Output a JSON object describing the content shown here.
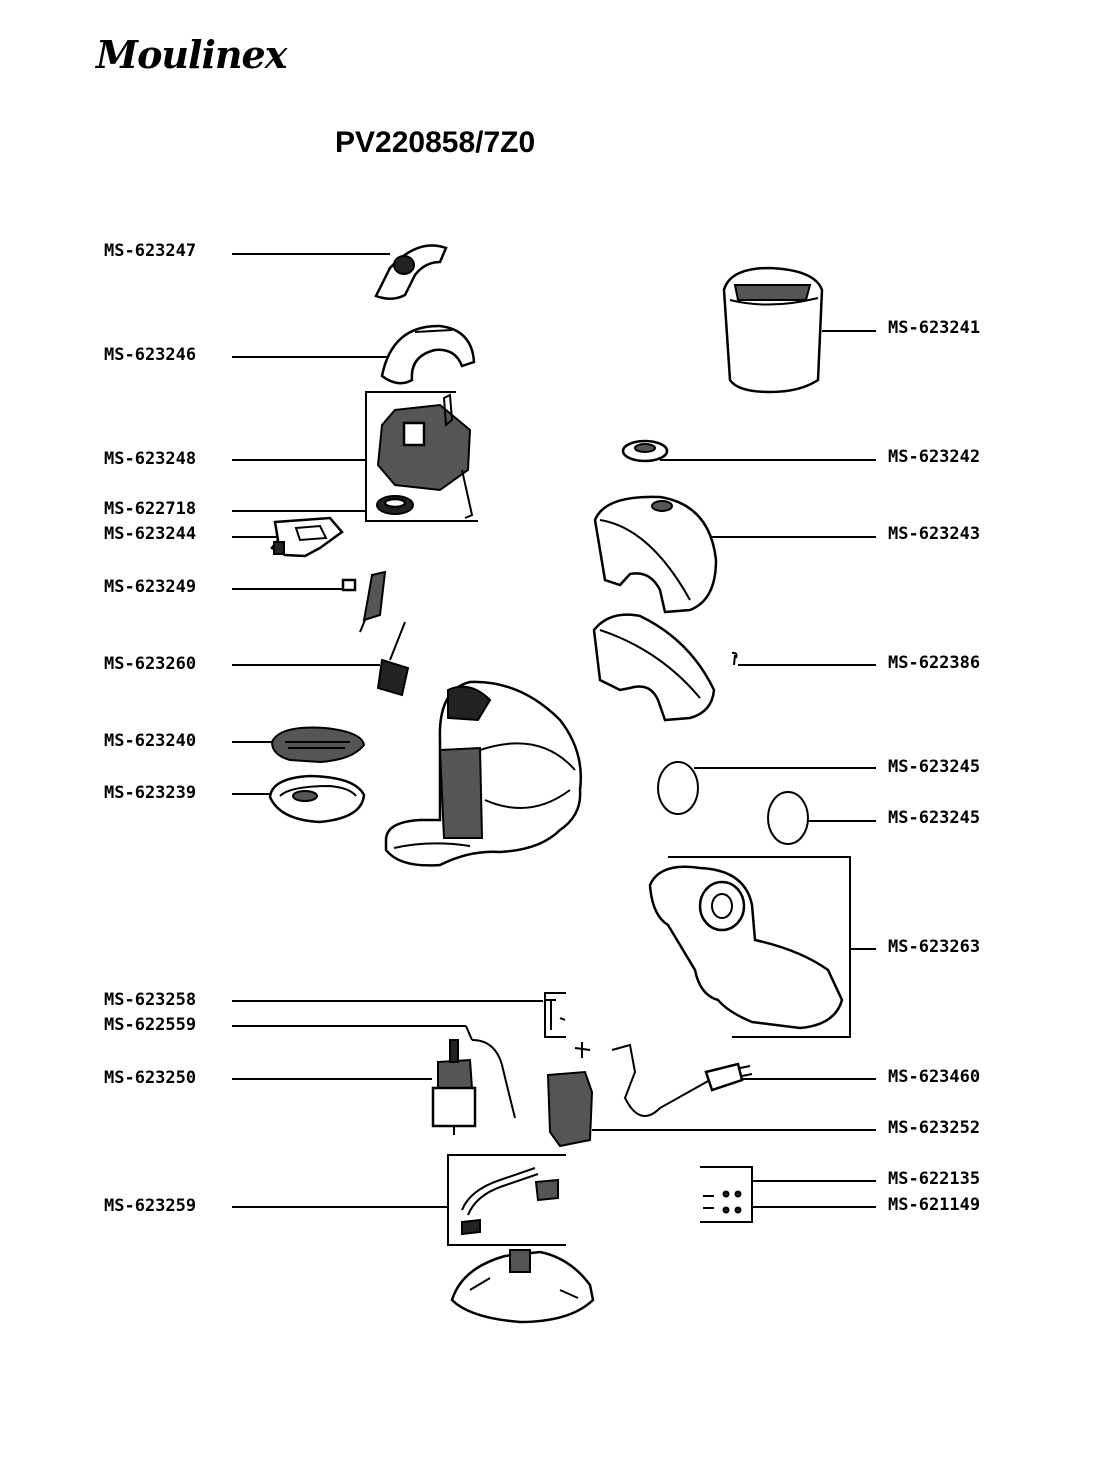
{
  "brand": "Moulinex",
  "model": "PV220858/7Z0",
  "parts_left": [
    "MS-623247",
    "MS-623246",
    "MS-623248",
    "MS-622718",
    "MS-623244",
    "MS-623249",
    "MS-623260",
    "MS-623240",
    "MS-623239",
    "MS-623258",
    "MS-622559",
    "MS-623250",
    "MS-623259"
  ],
  "parts_right": [
    "MS-623241",
    "MS-623242",
    "MS-623243",
    "MS-622386",
    "MS-623245",
    "MS-623245",
    "MS-623263",
    "MS-623460",
    "MS-623252",
    "MS-622135",
    "MS-621149"
  ]
}
